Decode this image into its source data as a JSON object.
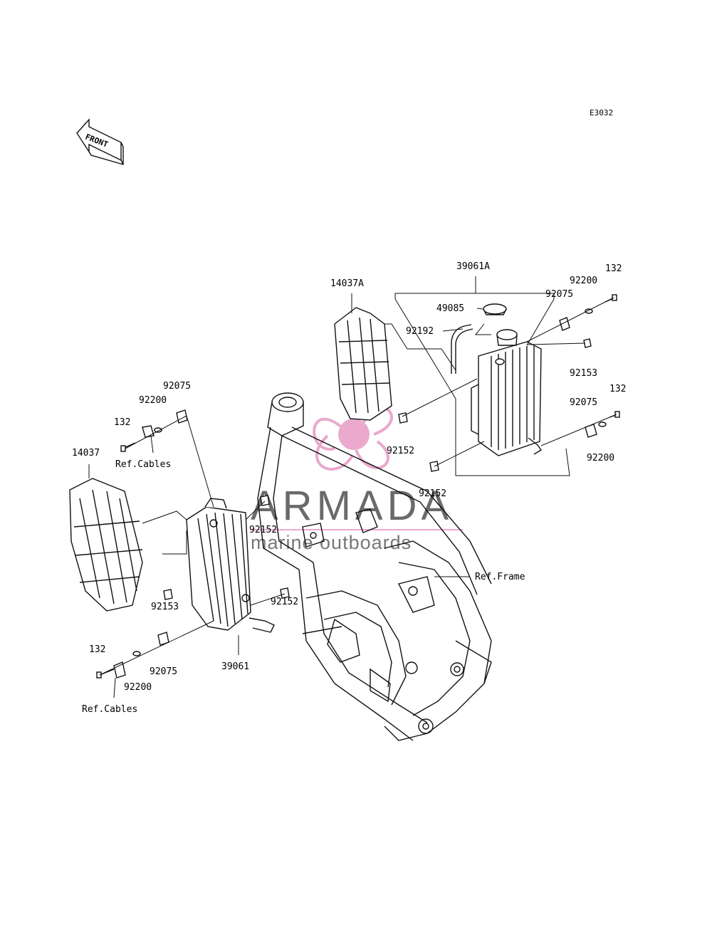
{
  "diagram": {
    "code": "E3032",
    "front_label": "FRONT"
  },
  "watermark": {
    "title": "ARMADA",
    "subtitle": "marine outboards",
    "accent_color": "#e8a0c8",
    "text_color": "#5a5a5a"
  },
  "labels": {
    "p39061A": "39061A",
    "p14037A": "14037A",
    "p49085": "49085",
    "p92192": "92192",
    "p92200_tr": "92200",
    "p132_tr": "132",
    "p92075_tr": "92075",
    "p92153_r": "92153",
    "p132_r": "132",
    "p92075_r": "92075",
    "p92200_r": "92200",
    "p92152_c1": "92152",
    "p92152_c2": "92152",
    "p92075_l": "92075",
    "p92200_l": "92200",
    "p132_l": "132",
    "ref_cables_top": "Ref.Cables",
    "p14037": "14037",
    "p92152_l1": "92152",
    "p92153_l": "92153",
    "p92152_l2": "92152",
    "ref_frame": "Ref.Frame",
    "p132_bl": "132",
    "p92075_bl": "92075",
    "p92200_bl": "92200",
    "p39061": "39061",
    "ref_cables_bottom": "Ref.Cables"
  }
}
